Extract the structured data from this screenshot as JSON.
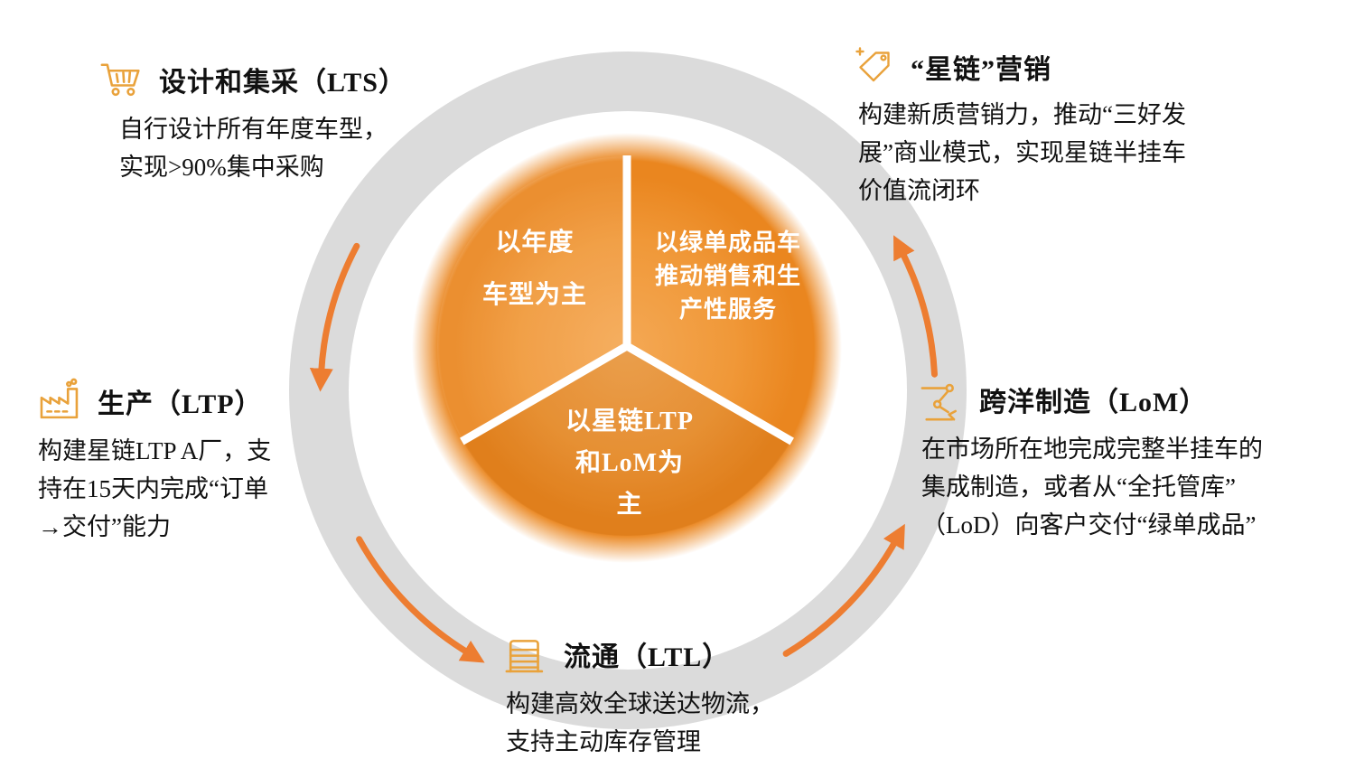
{
  "colors": {
    "accent_orange": "#ED7D31",
    "ring_gray": "#DBDBDB",
    "icon_orange": "#E9A23B",
    "center_gradient": [
      "#F4A854",
      "#F09838",
      "#EA861F"
    ],
    "center_text": "#FFFFFF",
    "body_text": "#111111"
  },
  "center": {
    "segment_left": "以年度\n车型为主",
    "segment_right": "以绿单成品车\n推动销售和生\n产性服务",
    "segment_bottom": "以星链LTP\n和LoM为\n主"
  },
  "sections": {
    "lts": {
      "icon": "shopping-cart-icon",
      "title": "设计和集采（LTS）",
      "body": "自行设计所有年度车型，\n实现>90%集中采购"
    },
    "marketing": {
      "icon": "price-tag-icon",
      "title": "“星链”营销",
      "body": "构建新质营销力，推动“三好发\n展”商业模式，实现星链半挂车\n价值流闭环"
    },
    "ltp": {
      "icon": "factory-icon",
      "title": "生产（LTP）",
      "body": "构建星链LTP A厂，支\n持在15天内完成“订单\n→交付”能力"
    },
    "lom": {
      "icon": "robot-arm-icon",
      "title": "跨洋制造（LoM）",
      "body": "在市场所在地完成完整半挂车的\n集成制造，或者从“全托管库”\n（LoD）向客户交付“绿单成品”"
    },
    "ltl": {
      "icon": "warehouse-icon",
      "title": "流通（LTL）",
      "body": "构建高效全球送达物流，\n支持主动库存管理"
    }
  }
}
